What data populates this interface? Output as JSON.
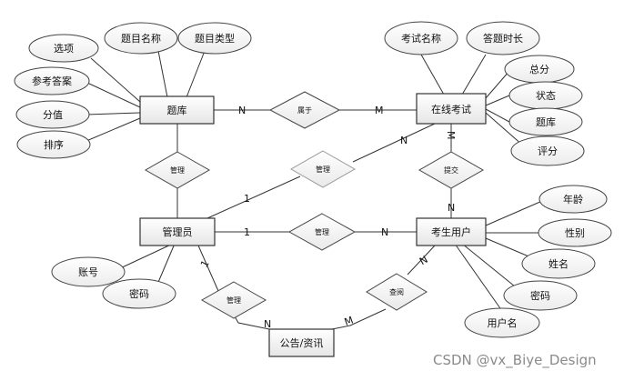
{
  "entities": [
    {
      "id": "tiku",
      "label": "题库"
    },
    {
      "id": "exam",
      "label": "在线考试"
    },
    {
      "id": "admin",
      "label": "管理员"
    },
    {
      "id": "student",
      "label": "考生用户"
    },
    {
      "id": "notice",
      "label": "公告/资讯"
    }
  ],
  "attributes": [
    {
      "label": "选项"
    },
    {
      "label": "题目名称"
    },
    {
      "label": "题目类型"
    },
    {
      "label": "参考答案"
    },
    {
      "label": "分值"
    },
    {
      "label": "排序"
    },
    {
      "label": "考试名称"
    },
    {
      "label": "答题时长"
    },
    {
      "label": "总分"
    },
    {
      "label": "状态"
    },
    {
      "label": "题库"
    },
    {
      "label": "评分"
    },
    {
      "label": "年龄"
    },
    {
      "label": "性别"
    },
    {
      "label": "姓名"
    },
    {
      "label": "密码"
    },
    {
      "label": "用户名"
    },
    {
      "label": "账号"
    },
    {
      "label": "密码"
    }
  ],
  "relationships": [
    {
      "label": "属于"
    },
    {
      "label": "管理"
    },
    {
      "label": "管理"
    },
    {
      "label": "提交"
    },
    {
      "label": "管理"
    },
    {
      "label": "管理"
    },
    {
      "label": "查阅"
    }
  ],
  "cardinalities": [
    "N",
    "M",
    "1",
    "N",
    "M",
    "N",
    "1",
    "N",
    "1",
    "N",
    "N",
    "M"
  ],
  "watermark": "CSDN @vx_Biye_Design"
}
